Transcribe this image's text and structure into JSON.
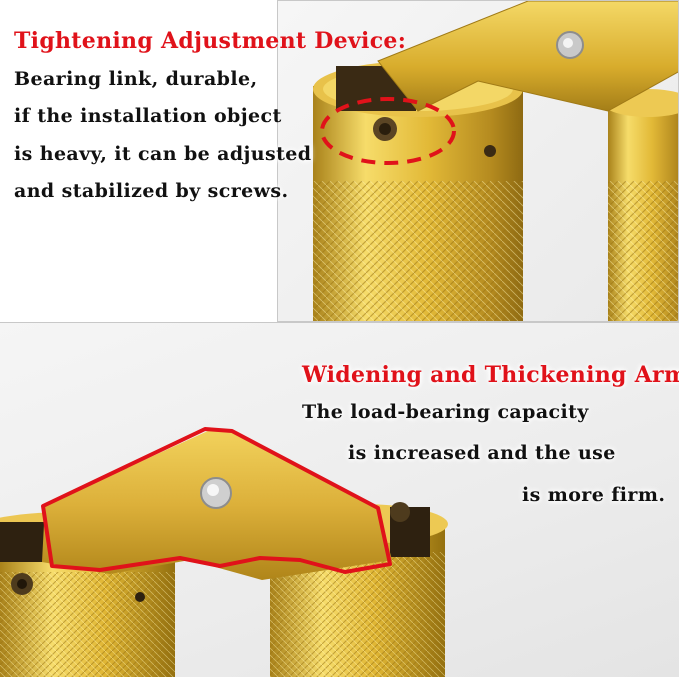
{
  "colors": {
    "accent_red": "#e0121a",
    "brass": "#d9b53a",
    "text": "#111111"
  },
  "top_section": {
    "heading": "Tightening Adjustment Device:",
    "lines": [
      "Bearing link, durable,",
      "if the installation object",
      "is heavy, it can be adjusted",
      "and stabilized by screws."
    ]
  },
  "bottom_section": {
    "heading": "Widening and Thickening Arms:",
    "lines": [
      "The load-bearing capacity",
      "is increased and the use",
      "is more firm."
    ]
  }
}
